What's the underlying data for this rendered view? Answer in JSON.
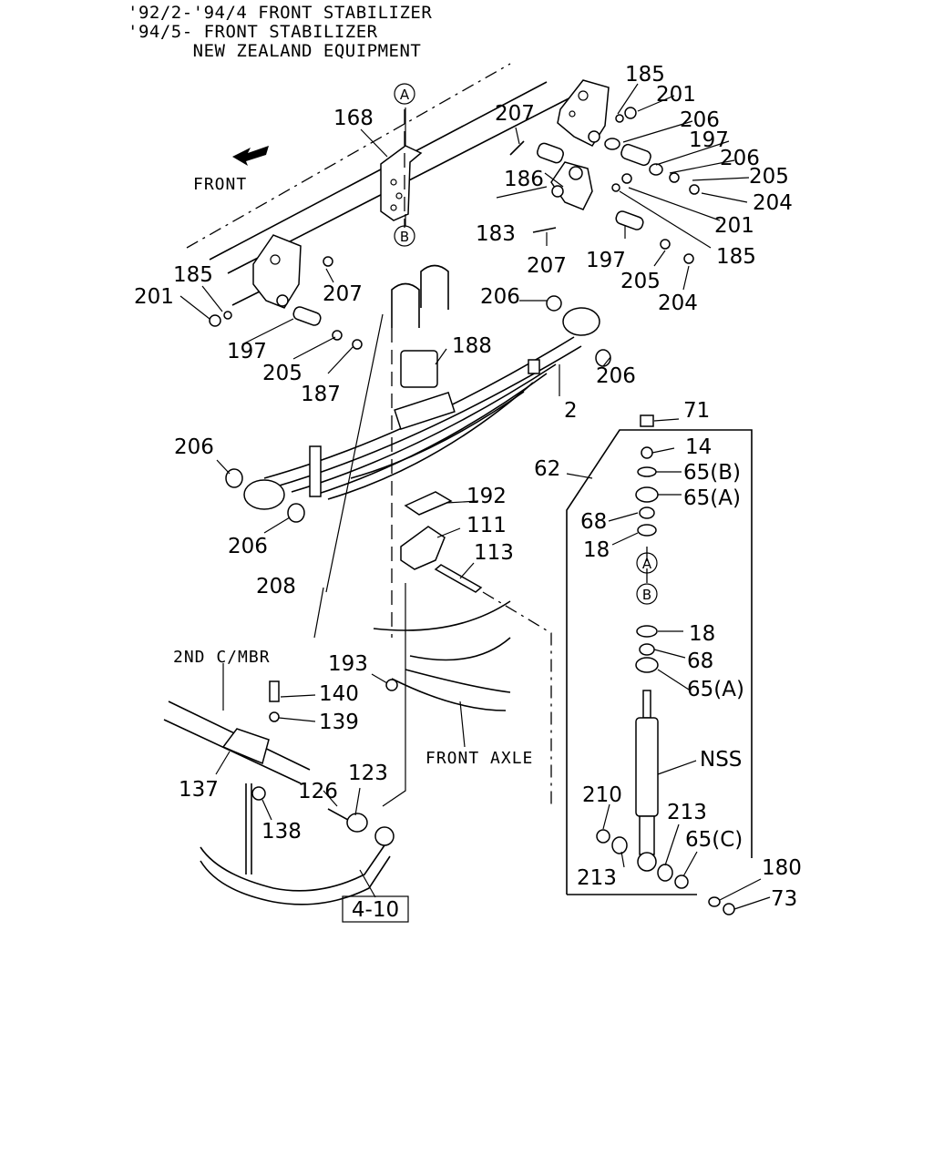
{
  "header": {
    "line1": "'92/2-'94/4 FRONT STABILIZER",
    "line2": "'94/5- FRONT STABILIZER",
    "line3": "      NEW ZEALAND EQUIPMENT"
  },
  "labels": {
    "front": "FRONT",
    "front_axle": "FRONT AXLE",
    "second_cmbr": "2ND C/MBR",
    "nss": "NSS",
    "ref_box": "4-10"
  },
  "callouts": {
    "a_top": "A",
    "b_top": "B",
    "a_shock": "A",
    "b_shock": "B"
  },
  "parts": {
    "p185a": "185",
    "p201a": "201",
    "p207a": "207",
    "p206a": "206",
    "p197a": "197",
    "p206b": "206",
    "p205a": "205",
    "p168": "168",
    "p186": "186",
    "p204a": "204",
    "p183": "183",
    "p201b": "201",
    "p207b": "207",
    "p197b": "197",
    "p185b": "185",
    "p205b": "205",
    "p204b": "204",
    "p185c": "185",
    "p201c": "201",
    "p207c": "207",
    "p197c": "197",
    "p205c": "205",
    "p187": "187",
    "p188": "188",
    "p206c": "206",
    "p206d": "206",
    "p2": "2",
    "p71": "71",
    "p14": "14",
    "p65b": "65(B)",
    "p62": "62",
    "p65a1": "65(A)",
    "p68a": "68",
    "p18a": "18",
    "p206e": "206",
    "p192": "192",
    "p111": "111",
    "p113": "113",
    "p206f": "206",
    "p208": "208",
    "p18b": "18",
    "p68b": "68",
    "p65a2": "65(A)",
    "p193": "193",
    "p140": "140",
    "p139": "139",
    "p123": "123",
    "p137": "137",
    "p126": "126",
    "p138": "138",
    "p210": "210",
    "p213a": "213",
    "p65c": "65(C)",
    "p180": "180",
    "p213b": "213",
    "p73": "73"
  }
}
